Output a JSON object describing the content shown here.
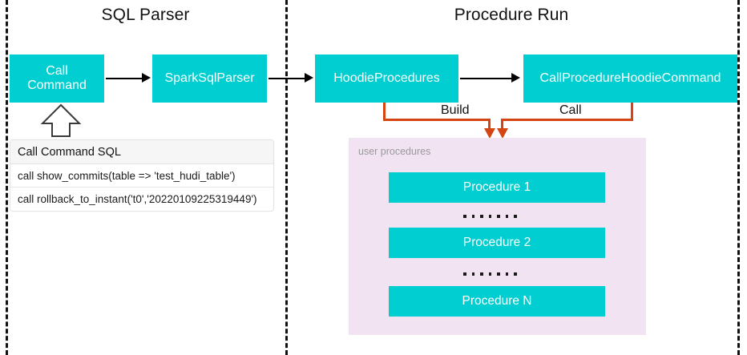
{
  "diagram": {
    "sections": [
      {
        "id": "sql-parser",
        "title": "SQL Parser"
      },
      {
        "id": "procedure-run",
        "title": "Procedure Run"
      }
    ],
    "nodes": [
      {
        "id": "call-command",
        "label": "Call\nCommand",
        "line1": "Call",
        "line2": "Command",
        "color": "#00CED1"
      },
      {
        "id": "spark-sql-parser",
        "label": "SparkSqlParser",
        "color": "#00CED1"
      },
      {
        "id": "hoodie-procedures",
        "label": "HoodieProcedures",
        "color": "#00CED1"
      },
      {
        "id": "call-procedure-hoodie-command",
        "label": "CallProcedureHoodieCommand",
        "color": "#00CED1"
      }
    ],
    "edges": [
      {
        "id": "edge-build",
        "label": "Build",
        "color": "#D44511"
      },
      {
        "id": "edge-call",
        "label": "Call",
        "color": "#D44511"
      }
    ],
    "sql_table": {
      "header": "Call Command SQL",
      "rows": [
        "call show_commits(table => 'test_hudi_table')",
        "call rollback_to_instant('t0','20220109225319449')"
      ]
    },
    "procedures_panel": {
      "label": "user procedures",
      "background": "#F2E3F3",
      "items": [
        {
          "id": "procedure-1",
          "label": "Procedure 1"
        },
        {
          "id": "procedure-2",
          "label": "Procedure 2"
        },
        {
          "id": "procedure-n",
          "label": "Procedure N"
        }
      ],
      "ellipsis_dots": 7
    },
    "colors": {
      "node_fill": "#00CED1",
      "node_text": "#ffffff",
      "arrow": "#000000",
      "orange_connector": "#D44511",
      "panel_background": "#F2E3F3",
      "panel_label": "#9a9a9a",
      "divider": "#111111",
      "canvas": "#ffffff"
    }
  }
}
